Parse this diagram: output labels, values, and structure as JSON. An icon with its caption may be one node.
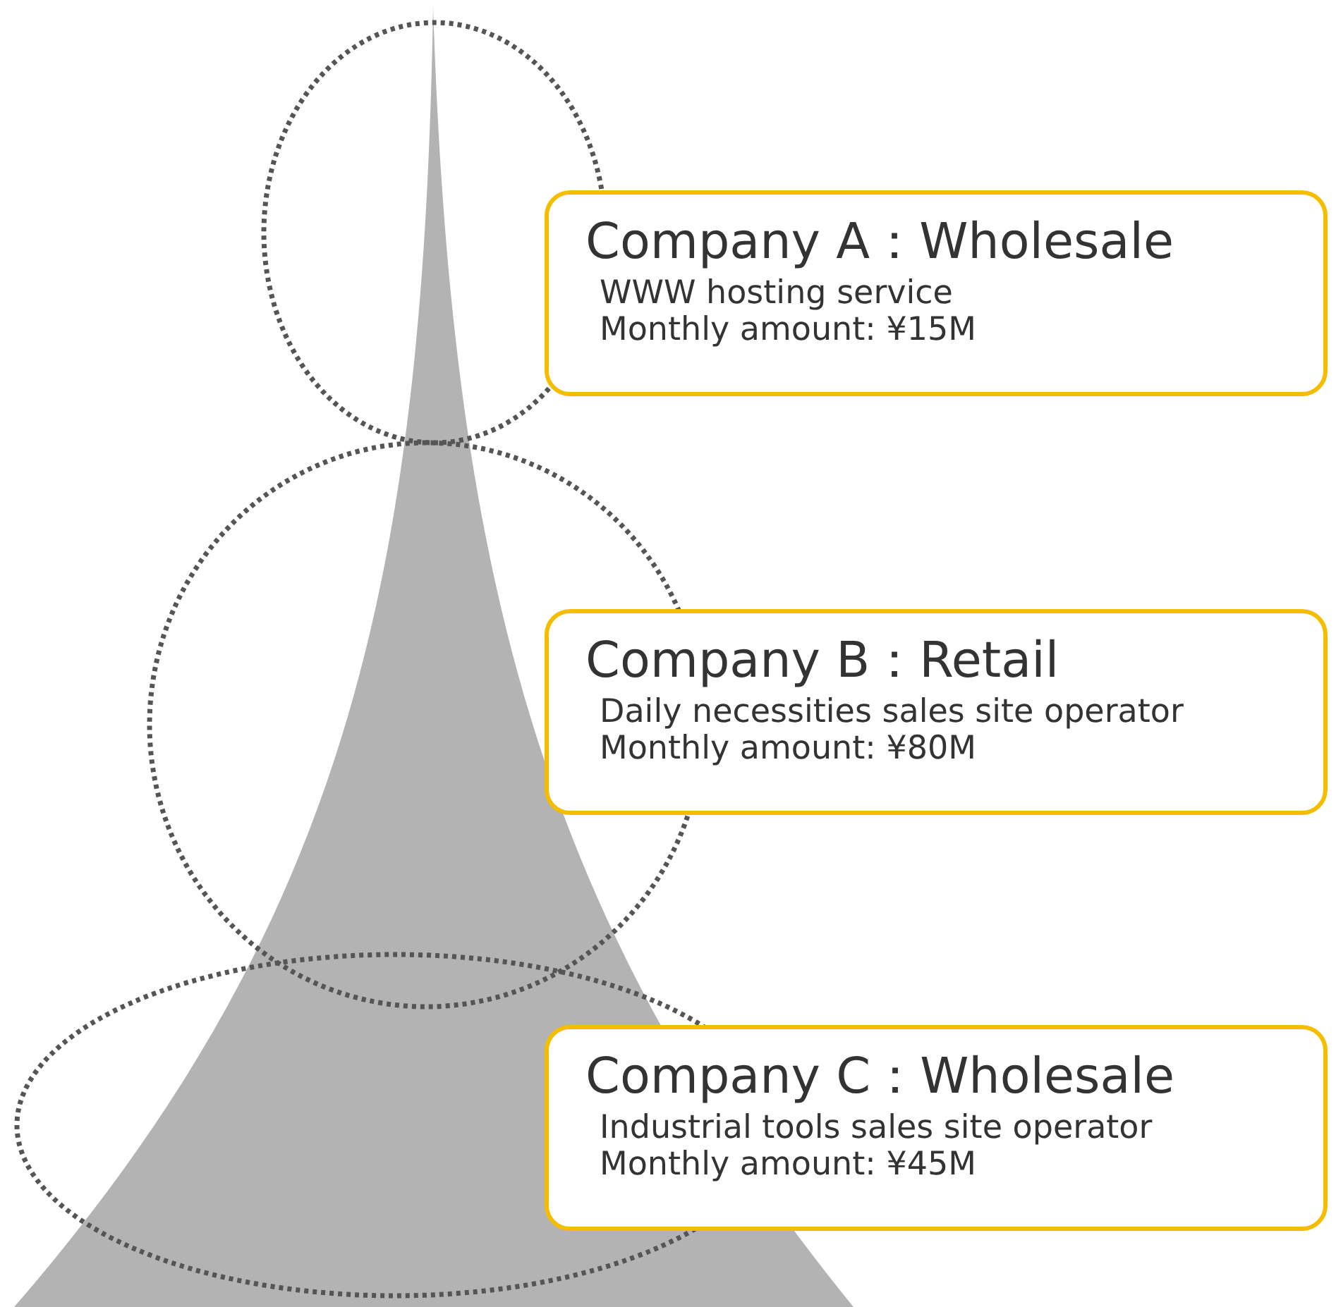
{
  "diagram": {
    "nodes": [
      {
        "text": [
          "Company A：Wholesale",
          "WWW hosting service",
          "Monthly amount: ¥15M"
        ]
      },
      {
        "text": [
          "Company B：Retail",
          "Daily necessities sales site operator",
          "Monthly amount: ¥80M"
        ]
      },
      {
        "text": [
          "Company C：Wholesale",
          "Industrial tools sales site operator",
          "Monthly amount: ¥45M"
        ]
      }
    ]
  }
}
